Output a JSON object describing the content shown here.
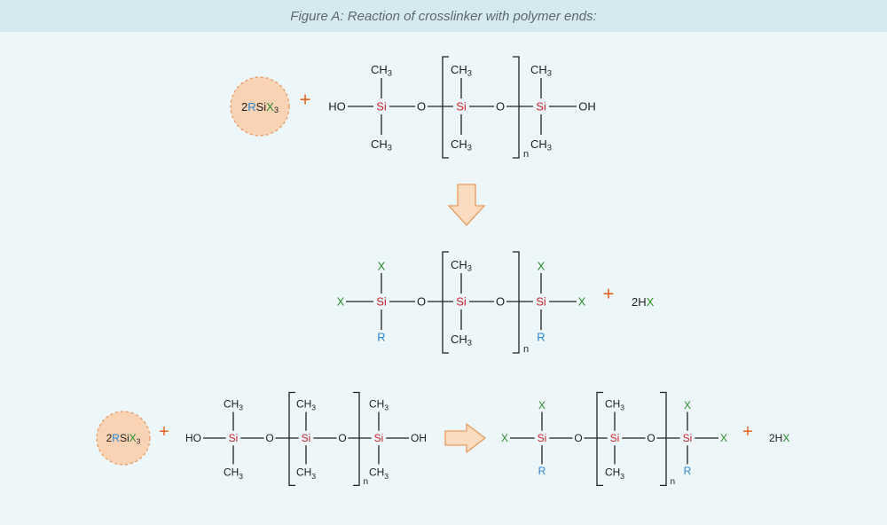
{
  "title": "Figure A: Reaction of crosslinker with polymer ends:",
  "colors": {
    "si": "#c8252c",
    "r": "#2a86d3",
    "x": "#2b8c2b",
    "black": "#222222",
    "plus": "#e8641e",
    "circle_fill": "#f9d3b4",
    "circle_stroke": "#e89a62",
    "arrow_fill": "#fbdcc0",
    "arrow_stroke": "#eb9b5c"
  },
  "labels": {
    "si": "Si",
    "o": "O",
    "ch": "CH",
    "three": "3",
    "ho": "HO",
    "oh": "OH",
    "x": "X",
    "r": "R",
    "n": "n",
    "plus": "+",
    "crosslinker_coef": "2",
    "crosslinker_r": "R",
    "crosslinker_si": "Si",
    "crosslinker_x": "X",
    "crosslinker_sub": "3",
    "byproduct_coef": "2H",
    "byproduct_x": "X"
  }
}
